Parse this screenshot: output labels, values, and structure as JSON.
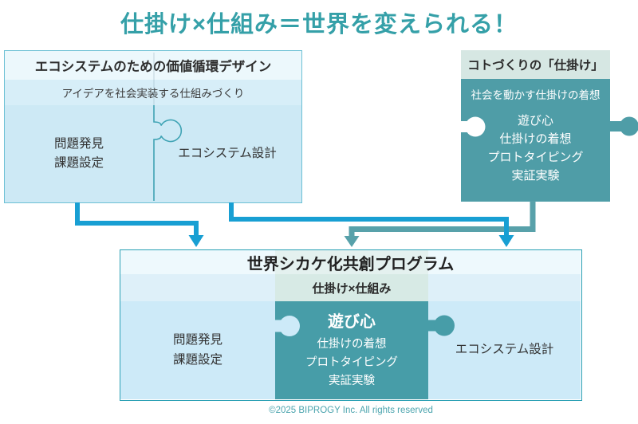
{
  "title": "仕掛け×仕組み＝世界を変えられる！",
  "colors": {
    "title_teal": "#35a0a8",
    "accent_blue_arrow": "#189fd3",
    "accent_teal_arrow": "#58a1aa",
    "teal_piece": "#4f9da7",
    "light_blue_piece": "#cdeaf8",
    "pale_green_band": "#d7eae5"
  },
  "ecosystem_box": {
    "header": "エコシステムのための価値循環デザイン",
    "subtitle": "アイデアを社会実装する仕組みづくり",
    "piece_left_line1": "問題発見",
    "piece_left_line2": "課題設定",
    "piece_right": "エコシステム設計"
  },
  "shikake_box": {
    "header": "コトづくりの「仕掛け」",
    "subtitle": "社会を動かす仕掛けの着想",
    "items": [
      "遊び心",
      "仕掛けの着想",
      "プロトタイピング",
      "実証実験"
    ]
  },
  "program_box": {
    "title": "世界シカケ化共創プログラム",
    "band": "仕掛け×仕組み",
    "piece_left_line1": "問題発見",
    "piece_left_line2": "課題設定",
    "middle_headline": "遊び心",
    "middle_items": [
      "仕掛けの着想",
      "プロトタイピング",
      "実証実験"
    ],
    "piece_right": "エコシステム設計"
  },
  "footer": "©2025 BIPROGY Inc. All rights reserved"
}
